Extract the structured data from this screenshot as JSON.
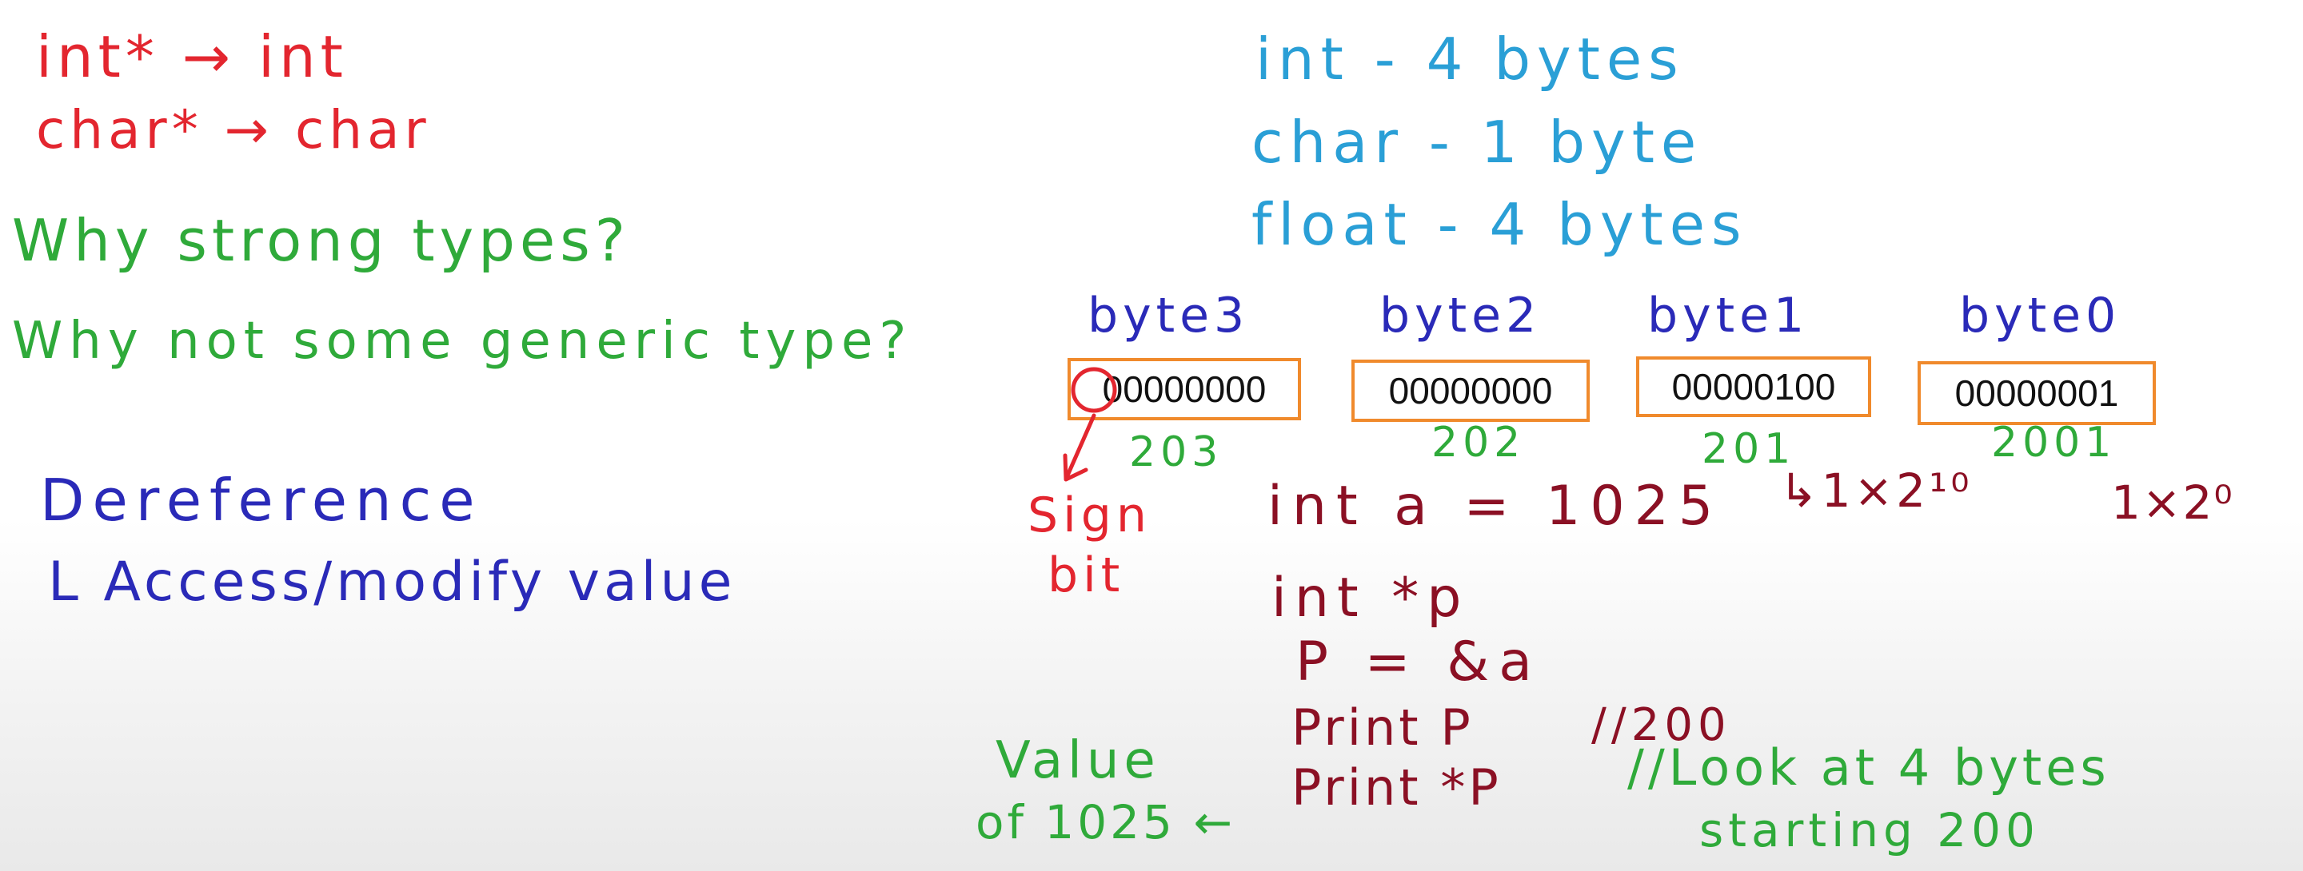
{
  "left_notes": {
    "line1": "int* → int",
    "line2": "char* → char",
    "q1": "Why strong types?",
    "q2": "Why not some generic type?",
    "deref": "Dereference",
    "access": "L Access/modify value"
  },
  "sizes": {
    "int": "int - 4 bytes",
    "char": "char - 1 byte",
    "float": "float - 4 bytes"
  },
  "bytes": [
    {
      "label": "byte3",
      "bits": "00000000",
      "address": "203"
    },
    {
      "label": "byte2",
      "bits": "00000000",
      "address": "202"
    },
    {
      "label": "byte1",
      "bits": "00000100",
      "address": "201"
    },
    {
      "label": "byte0",
      "bits": "00000001",
      "address": "2001"
    }
  ],
  "sign_bit": {
    "line1": "Sign",
    "line2": "bit"
  },
  "powers": {
    "p10": "↳1×2¹⁰",
    "p0": "1×2⁰"
  },
  "code": {
    "decl": "int a = 1025",
    "ptr": "int *p",
    "assign": "P = &a",
    "print_p": "Print P",
    "print_p_comment": "//200",
    "print_deref": "Print *P",
    "print_deref_comment1": "//Look at 4 bytes",
    "print_deref_comment2": "starting 200"
  },
  "value_note": {
    "line1": "Value",
    "line2": "of 1025 ←"
  },
  "colors": {
    "red": "#e3262f",
    "green": "#2faa3a",
    "blue": "#2a9fd6",
    "navy": "#2a2ab8",
    "maroon": "#8b1024",
    "box_border": "#f08a2c"
  }
}
